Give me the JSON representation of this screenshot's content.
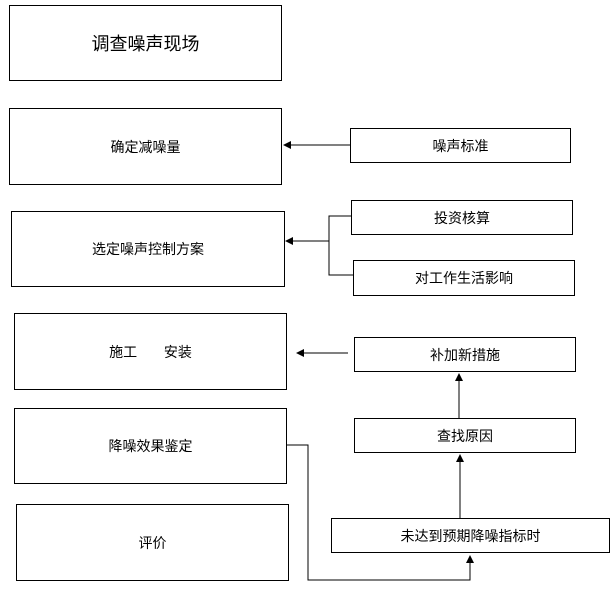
{
  "flow": {
    "survey_noise": "调查噪声现场",
    "determine_reduction": "确定减噪量",
    "select_scheme": "选定噪声控制方案",
    "construction_install": "施工      安装",
    "effect_evaluation": "降噪效果鉴定",
    "evaluation": "评价"
  },
  "factors": {
    "noise_standard": "噪声标准",
    "investment_check": "投资核算",
    "impact_life": "对工作生活影响",
    "add_measures": "补加新措施",
    "find_cause": "查找原因",
    "not_reached": "未达到预期降噪指标时"
  },
  "colors": {
    "line": "#000000",
    "box_border": "#000000",
    "background": "#ffffff"
  }
}
